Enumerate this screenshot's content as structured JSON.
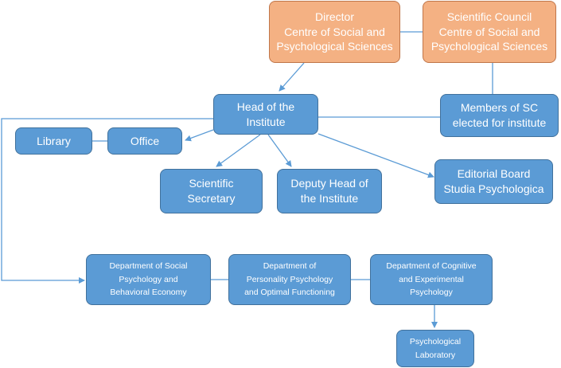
{
  "colors": {
    "orange_fill": "#f4b183",
    "blue_fill": "#5b9bd5",
    "connector": "#5b9bd5",
    "text": "#ffffff"
  },
  "nodes": {
    "director": "Director\nCentre of Social and\nPsychological Sciences",
    "scientific_council": "Scientific Council\nCentre of Social and\nPsychological Sciences",
    "head": "Head of the\nInstitute",
    "members_sc": "Members  of SC\nelected for institute",
    "library": "Library",
    "office": "Office",
    "scientific_secretary": "Scientific\nSecretary",
    "deputy_head": "Deputy Head of\nthe Institute",
    "editorial_board": "Editorial Board\nStudia Psychologica",
    "dept_social": "Department of Social\nPsychology and\nBehavioral Economy",
    "dept_personality": "Department of\nPersonality Psychology\nand Optimal Functioning",
    "dept_cognitive": "Department of Cognitive\nand Experimental\nPsychology",
    "psych_lab": "Psychological\nLaboratory"
  }
}
